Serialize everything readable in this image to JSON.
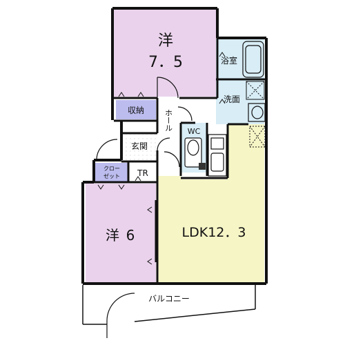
{
  "rooms": {
    "western_a": {
      "name": "洋",
      "size": "7．5"
    },
    "bath": "浴室",
    "washroom": "洗面",
    "storage": "収納",
    "hall": "ホール",
    "wc": "WC",
    "entrance": "玄関",
    "closet_line1": "クロー",
    "closet_line2": "ゼット",
    "tr": "TR",
    "western_b": {
      "name": "洋",
      "size": "6"
    },
    "ldk": "LDK12．3",
    "balcony": "バルコニー"
  },
  "colors": {
    "western": "#ead2ec",
    "storage": "#bcbcee",
    "ldk": "#f6f5c6",
    "service": "#d8edf6",
    "wall": "#111111"
  }
}
